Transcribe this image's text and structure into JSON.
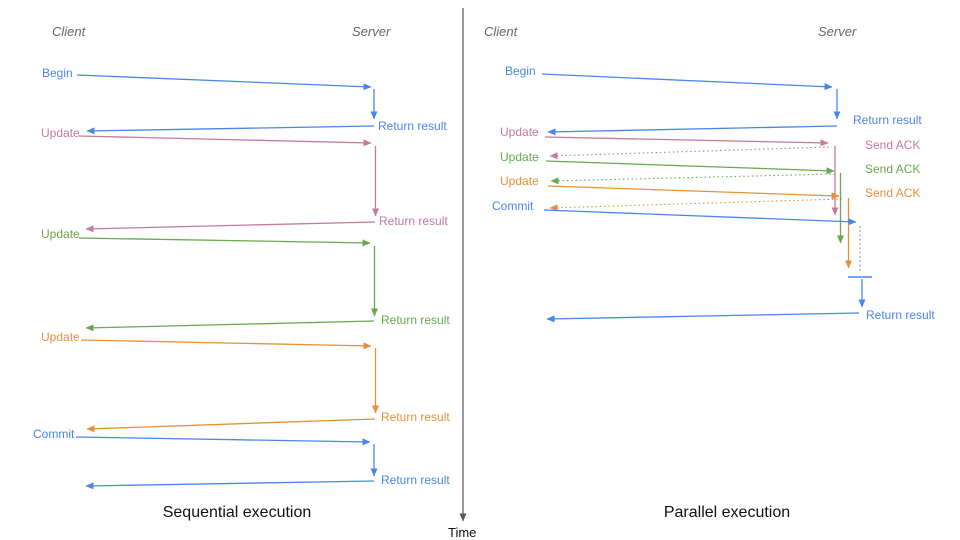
{
  "colors": {
    "blue": "#4a86e8",
    "pink": "#c27ba0",
    "green": "#6aa84f",
    "orange": "#e69138",
    "axis": "#595959",
    "header": "#666666"
  },
  "time_axis": {
    "label": "Time"
  },
  "left_panel": {
    "client_header": "Client",
    "server_header": "Server",
    "caption": "Sequential execution",
    "messages": [
      {
        "label": "Begin",
        "color": "blue",
        "response": "Return result"
      },
      {
        "label": "Update",
        "color": "pink",
        "response": "Return result"
      },
      {
        "label": "Update",
        "color": "green",
        "response": "Return result"
      },
      {
        "label": "Update",
        "color": "orange",
        "response": "Return result"
      },
      {
        "label": "Commit",
        "color": "blue",
        "response": "Return result"
      }
    ]
  },
  "right_panel": {
    "client_header": "Client",
    "server_header": "Server",
    "caption": "Parallel execution",
    "messages": [
      {
        "label": "Begin",
        "color": "blue",
        "response": "Return result"
      },
      {
        "label": "Update",
        "color": "pink",
        "response": "Send ACK"
      },
      {
        "label": "Update",
        "color": "green",
        "response": "Send ACK"
      },
      {
        "label": "Update",
        "color": "orange",
        "response": "Send ACK"
      },
      {
        "label": "Commit",
        "color": "blue",
        "response": "Return result"
      }
    ]
  }
}
